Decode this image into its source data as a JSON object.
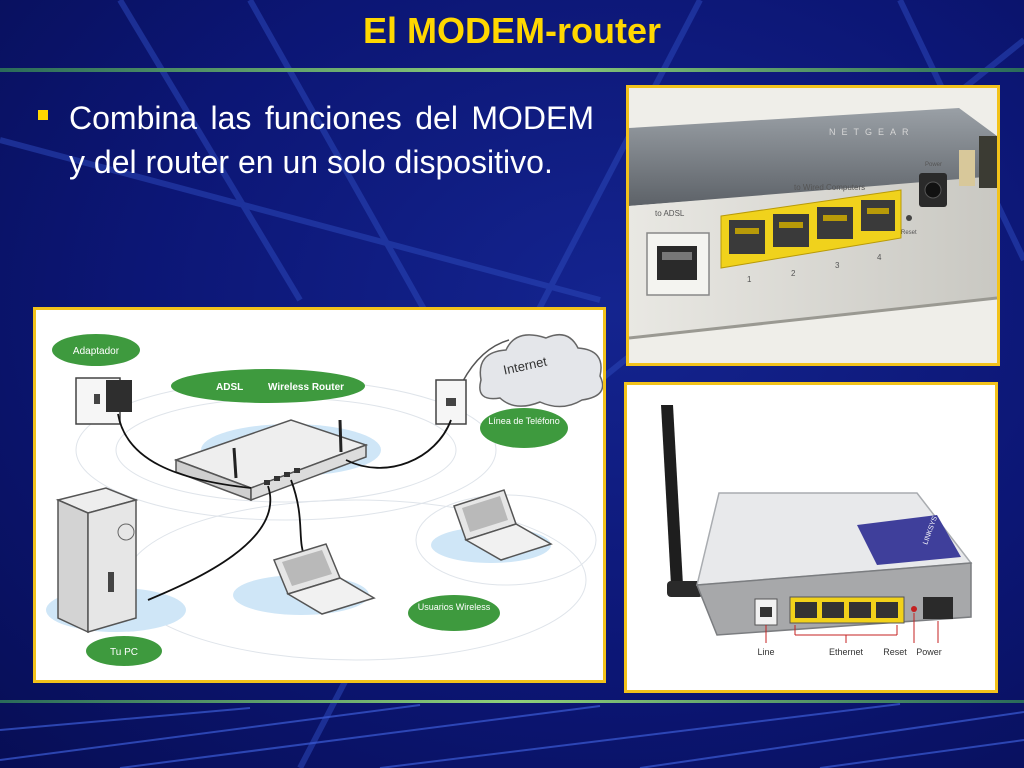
{
  "slide": {
    "title": "El MODEM-router",
    "bullet": "Combina las funciones del MODEM y del router en un solo dispositivo."
  },
  "photo_top": {
    "brand": "NETGEAR",
    "port_label_adsl": "to ADSL",
    "port_label_computers": "to Wired Computers",
    "port_numbers": [
      "1",
      "2",
      "3",
      "4"
    ],
    "reset_label": "Reset",
    "power_label": "Power"
  },
  "diagram": {
    "label_adaptador": "Adaptador",
    "label_adsl": "ADSL",
    "label_wireless_router": "Wireless Router",
    "label_internet": "Internet",
    "label_linea": "Línea de Teléfono",
    "label_usuarios": "Usuarios Wireless",
    "label_tu_pc": "Tu PC"
  },
  "photo_bottom": {
    "brand": "LINKSYS",
    "port_labels": [
      "Line",
      "Ethernet",
      "Reset",
      "Power"
    ]
  }
}
